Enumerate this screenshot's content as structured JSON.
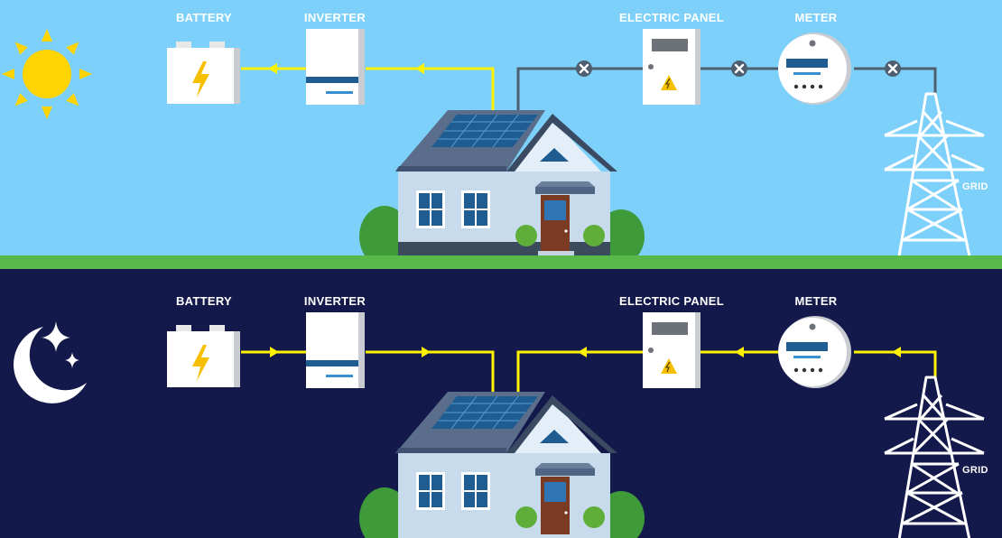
{
  "colors": {
    "day_sky": "#7dd0fa",
    "night_sky": "#13194a",
    "grass": "#58b84a",
    "flow_line": "#fff200",
    "idle_line": "#4f5f70",
    "sun": "#ffd400"
  },
  "day": {
    "mode_icon": "sun-icon",
    "labels": {
      "battery": "BATTERY",
      "inverter": "INVERTER",
      "electric_panel": "ELECTRIC PANEL",
      "meter": "METER",
      "grid": "GRID"
    }
  },
  "night": {
    "mode_icon": "moon-stars-icon",
    "labels": {
      "battery": "BATTERY",
      "inverter": "INVERTER",
      "electric_panel": "ELECTRIC PANEL",
      "meter": "METER",
      "grid": "GRID"
    }
  }
}
